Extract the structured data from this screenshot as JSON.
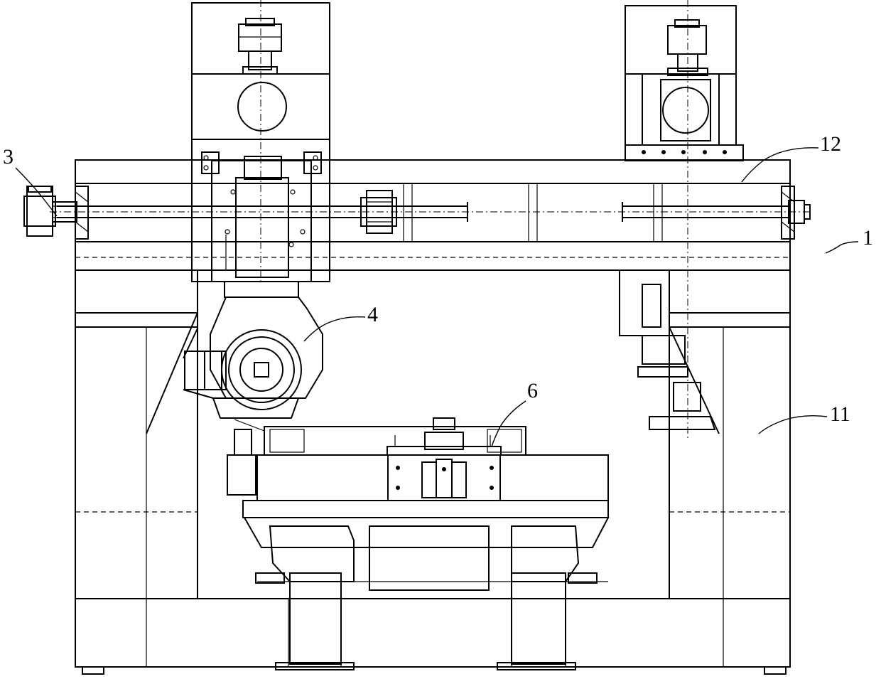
{
  "callouts": [
    {
      "id": "3",
      "label": "3"
    },
    {
      "id": "4",
      "label": "4"
    },
    {
      "id": "6",
      "label": "6"
    },
    {
      "id": "12",
      "label": "12"
    },
    {
      "id": "1",
      "label": "1"
    },
    {
      "id": "11",
      "label": "11"
    }
  ]
}
